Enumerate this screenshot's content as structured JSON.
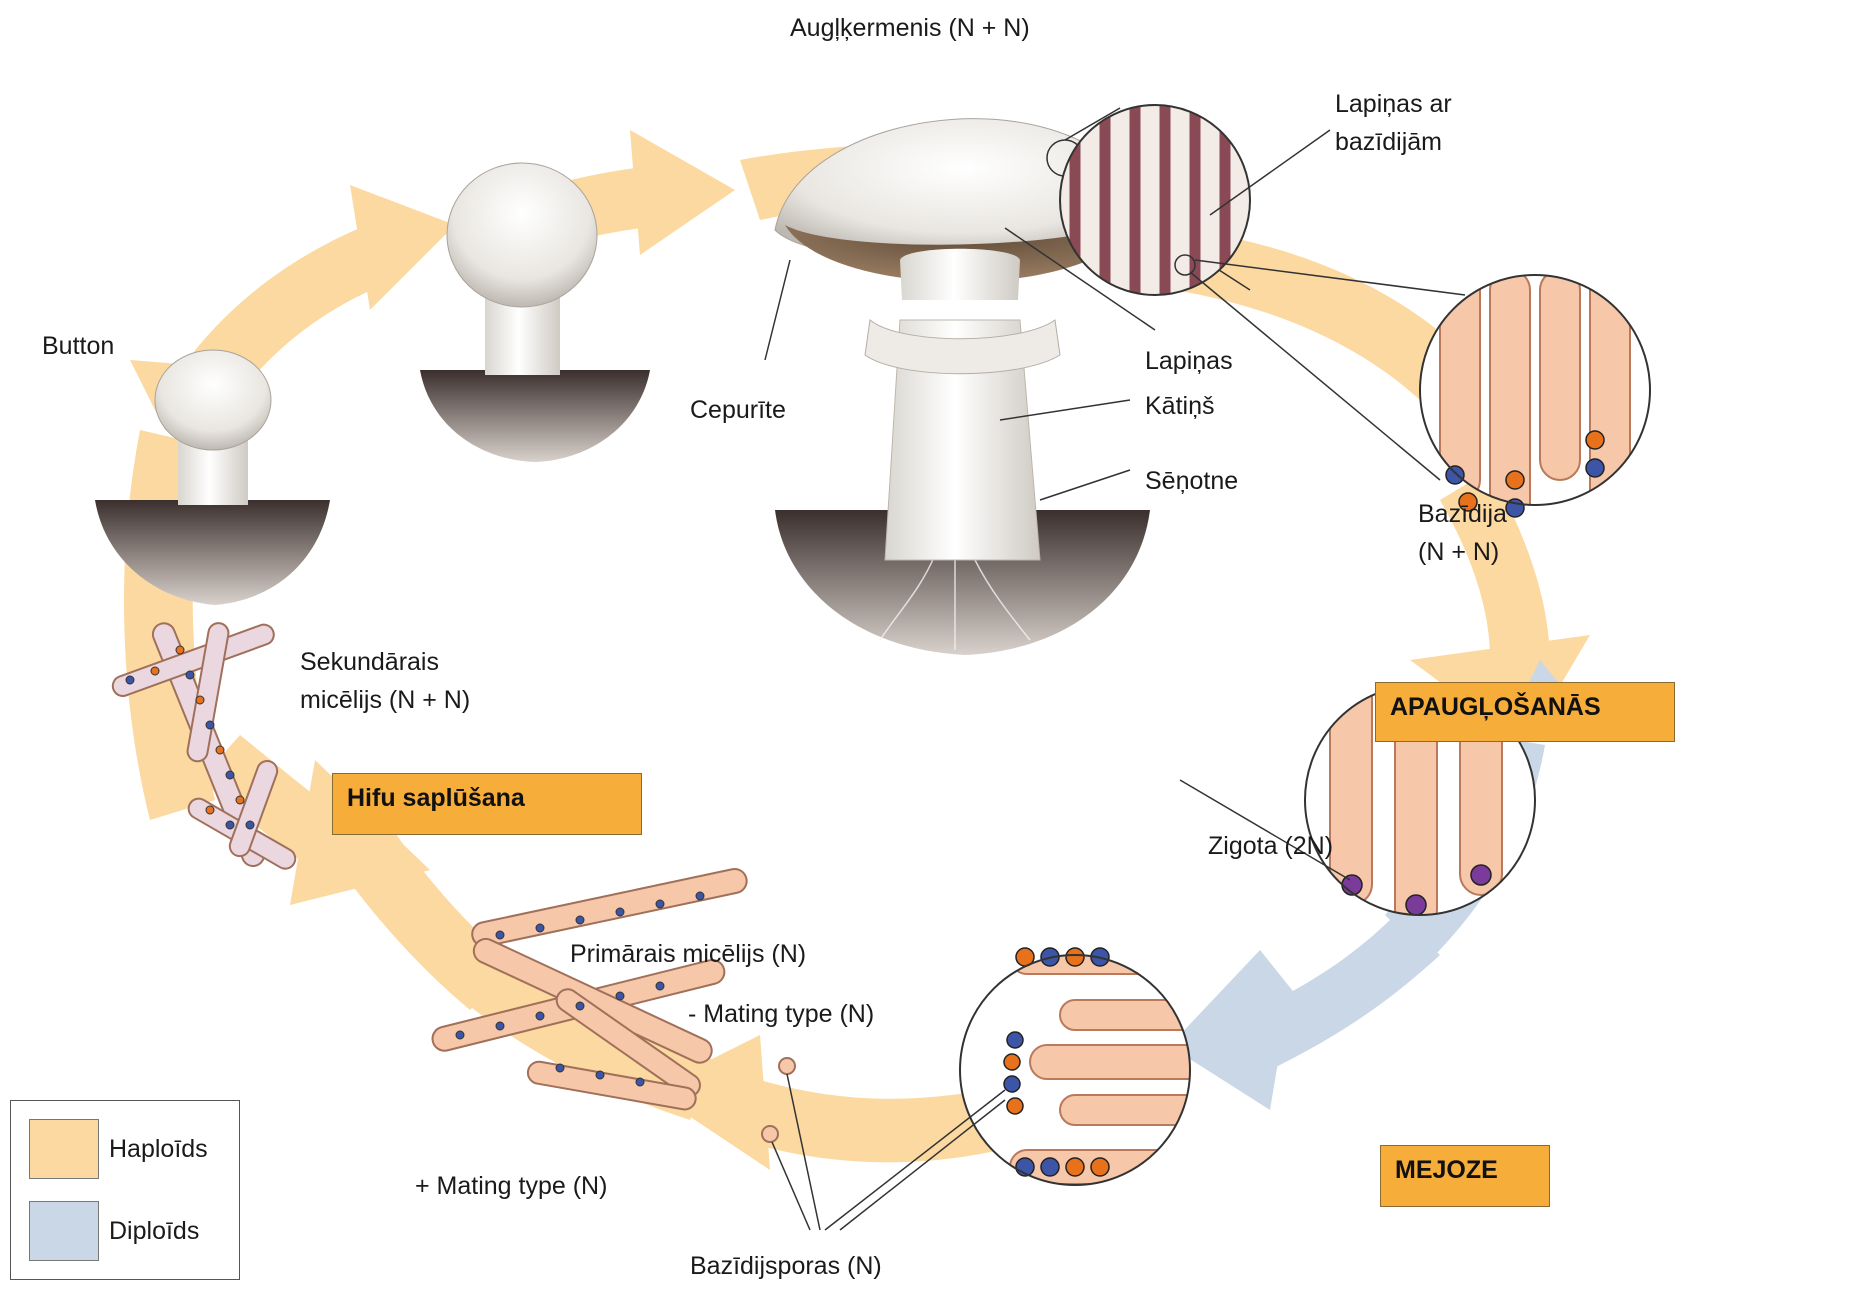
{
  "colors": {
    "haploid": "#fbd9a0",
    "diploid": "#c9d7e6",
    "label_box": "#f6ad3a",
    "nucleus_orange": "#e8721c",
    "nucleus_blue": "#3c55a6",
    "nucleus_purple": "#7a3b9a",
    "hypha": "#f6c7a8"
  },
  "labels": {
    "fruiting_body": "Augļķermenis (N + N)",
    "gills_basidia": [
      "Lapiņas ar",
      "bazīdijām"
    ],
    "button": "Button",
    "cap": "Cepurīte",
    "gills": "Lapiņas",
    "stalk": "Kātiņš",
    "annulus": "Sēņotne",
    "basidium": [
      "Bazīdija",
      "(N + N)"
    ],
    "secondary_mycelium": [
      "Sekundārais",
      "micēlijs (N + N)"
    ],
    "primary_mycelium": "Primārais micēlijs (N)",
    "minus_mating": "- Mating type (N)",
    "plus_mating": "+ Mating type (N)",
    "zygote": "Zigota (2N)",
    "basidiospores": "Bazīdijsporas (N)"
  },
  "stages": {
    "fertilization": "APAUGĻOŠANĀS",
    "hyphal_fusion": "Hifu saplūšana",
    "meiosis": "MEJOZE"
  },
  "legend": {
    "haploid": "Haploīds",
    "diploid": "Diploīds"
  }
}
